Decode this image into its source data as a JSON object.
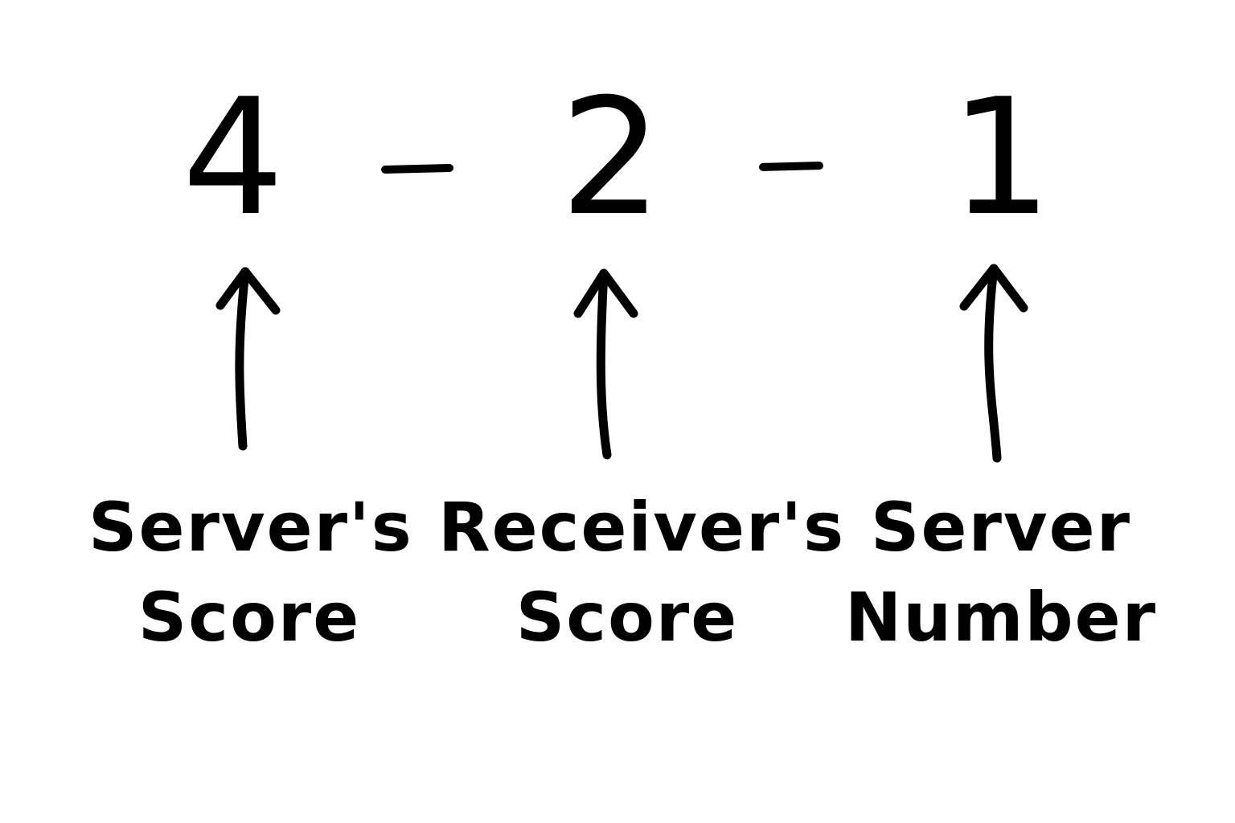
{
  "diagram": {
    "score_parts": [
      {
        "value": "4"
      },
      {
        "value": "2"
      },
      {
        "value": "1"
      }
    ],
    "separator": "–",
    "labels": [
      {
        "line1": "Server's",
        "line2": "Score"
      },
      {
        "line1": "Receiver's",
        "line2": "Score"
      },
      {
        "line1": "Server",
        "line2": "Number"
      }
    ]
  },
  "colors": {
    "ink": "#000000",
    "background": "#ffffff"
  },
  "icons": [
    "up-arrow-icon",
    "up-arrow-icon",
    "up-arrow-icon"
  ]
}
